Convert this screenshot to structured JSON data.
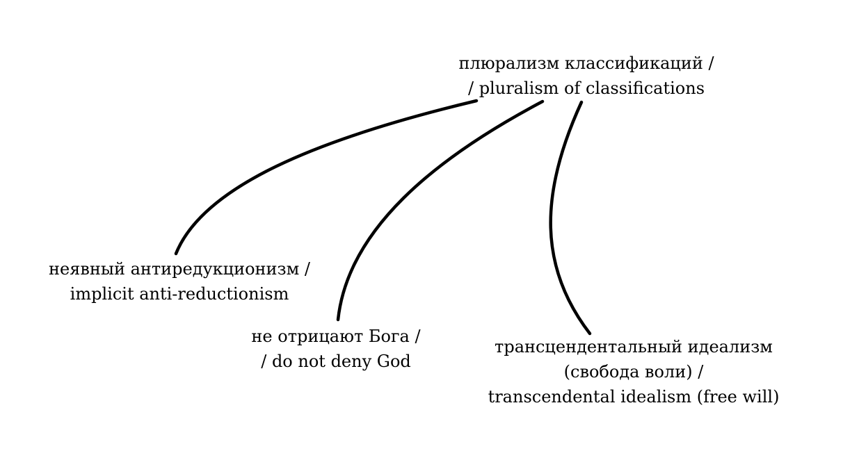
{
  "nodes": {
    "root": {
      "lines": [
        "плюрализм классификаций /",
        "/ pluralism of classifications"
      ]
    },
    "anti_reductionism": {
      "lines": [
        "неявный антиредукционизм /",
        "implicit anti-reductionism"
      ]
    },
    "god": {
      "lines": [
        "не отрицают Бога /",
        "/ do not deny God"
      ]
    },
    "idealism": {
      "lines": [
        "трансцендентальный идеализм",
        "(свобода воли) /",
        "transcendental idealism (free will)"
      ]
    }
  },
  "edges": [
    {
      "from": "root",
      "to": "anti_reductionism"
    },
    {
      "from": "root",
      "to": "god"
    },
    {
      "from": "root",
      "to": "idealism"
    }
  ],
  "colors": {
    "line": "#000000",
    "text": "#000000",
    "background": "#ffffff"
  }
}
